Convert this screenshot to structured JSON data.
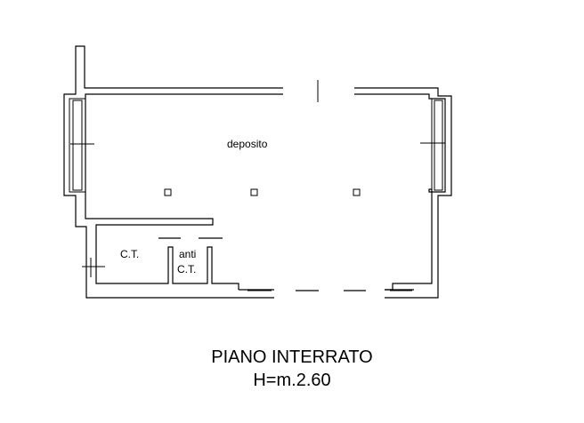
{
  "rooms": {
    "deposito": "deposito",
    "ct": "C.T.",
    "anti_line1": "anti",
    "anti_line2": "C.T."
  },
  "caption": {
    "title": "PIANO INTERRATO",
    "height": "H=m.2.60"
  }
}
